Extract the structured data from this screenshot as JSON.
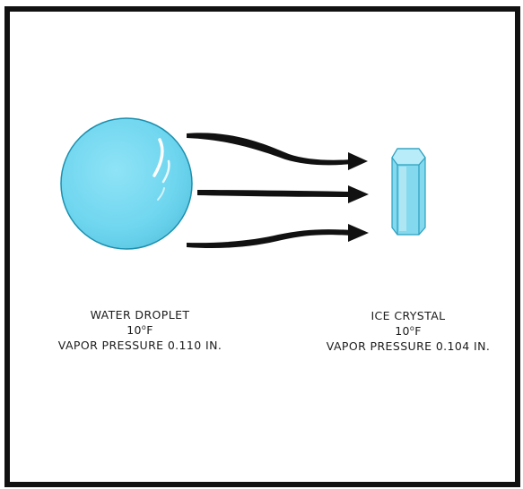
{
  "droplet": {
    "name": "WATER DROPLET",
    "temperature_value": "10",
    "temperature_degree": "o",
    "temperature_unit": "F",
    "vapor_pressure": "VAPOR PRESSURE 0.110 IN."
  },
  "crystal": {
    "name": "ICE CRYSTAL",
    "temperature_value": "10",
    "temperature_degree": "o",
    "temperature_unit": "F",
    "vapor_pressure": "VAPOR PRESSURE 0.104 IN."
  },
  "colors": {
    "frame": "#111111",
    "droplet_fill": "#6fd6ef",
    "crystal_fill": "#84d9ee",
    "arrow": "#111111",
    "text": "#1c1c1c"
  }
}
